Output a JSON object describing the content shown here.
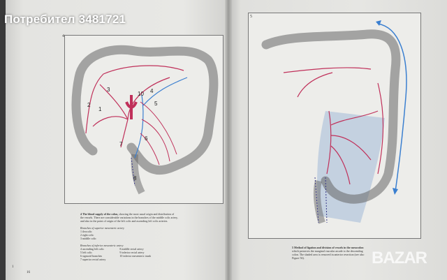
{
  "watermark": "Потребител 3481721",
  "logo": "BAZAR",
  "left_page": {
    "figure_number": "4",
    "page_number": "16",
    "corner_mark": "1",
    "figure_labels": [
      "1",
      "2",
      "3",
      "4",
      "5",
      "6",
      "7",
      "8",
      "10"
    ],
    "caption": {
      "number": "4",
      "title": "The blood supply of the colon,",
      "text": "showing the most usual origin and distribution of the vessels. There are considerable variations in the branches of the middle colic artery, and also in the point of origin of the left colic and ascending left colic arteries.",
      "superior_heading": "Branches of superior mesenteric artery",
      "superior_items": [
        "1 ileocolic",
        "2 right colic",
        "3 middle colic"
      ],
      "inferior_heading": "Branches of inferior mesenteric artery",
      "inferior_items_col1": [
        "4 ascending left colic",
        "5 left colic",
        "6 sigmoid branches",
        "7 superior rectal artery"
      ],
      "inferior_items_col2": [
        "8 middle rectal artery",
        "9 inferior rectal artery",
        "10 inferior mesenteric trunk"
      ]
    }
  },
  "right_page": {
    "figure_number": "5",
    "caption": {
      "number": "5",
      "title": "Method of ligation and division of vessels in the mesocolon",
      "text": "which preserves the marginal vascular arcade to the descending colon. The shaded area is removed in anterior resection (see also Figure 56)."
    }
  },
  "colors": {
    "artery": "#c0305a",
    "vein": "#3a7fd0",
    "shaded": "#b9c9dd",
    "outline": "#555555"
  }
}
